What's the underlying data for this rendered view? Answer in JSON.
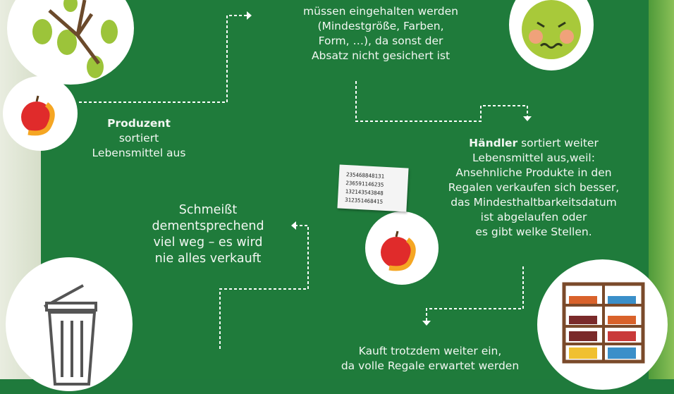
{
  "texts": {
    "top": [
      "müssen eingehalten werden",
      "(Mindestgröße, Farben,",
      "Form, …), da sonst der",
      "Absatz nicht gesichert ist"
    ],
    "produzent_bold": "Produzent",
    "produzent": [
      "sortiert",
      "Lebensmittel aus"
    ],
    "haendler_bold": "Händler",
    "haendler_first": " sortiert weiter",
    "haendler": [
      "Lebensmittel aus,weil:",
      "Ansehnliche Produkte in den",
      "Regalen verkaufen sich besser,",
      "das Mindesthaltbarkeitsdatum",
      "ist abgelaufen oder",
      "es gibt welke Stellen."
    ],
    "consumer": [
      "Schmeißt",
      "dementsprechend",
      "viel weg – es wird",
      "nie alles verkauft"
    ],
    "bottom": [
      "Kauft trotzdem weiter ein,",
      "da volle Regale erwartet werden"
    ]
  },
  "receipt": [
    "235468848131",
    "236591146235",
    "132143543848",
    "312351468415"
  ],
  "colors": {
    "background": "#1f7b3b",
    "arrow": "#ffffff",
    "apple": "#e02b2b",
    "emoji": "#a8c93a"
  }
}
